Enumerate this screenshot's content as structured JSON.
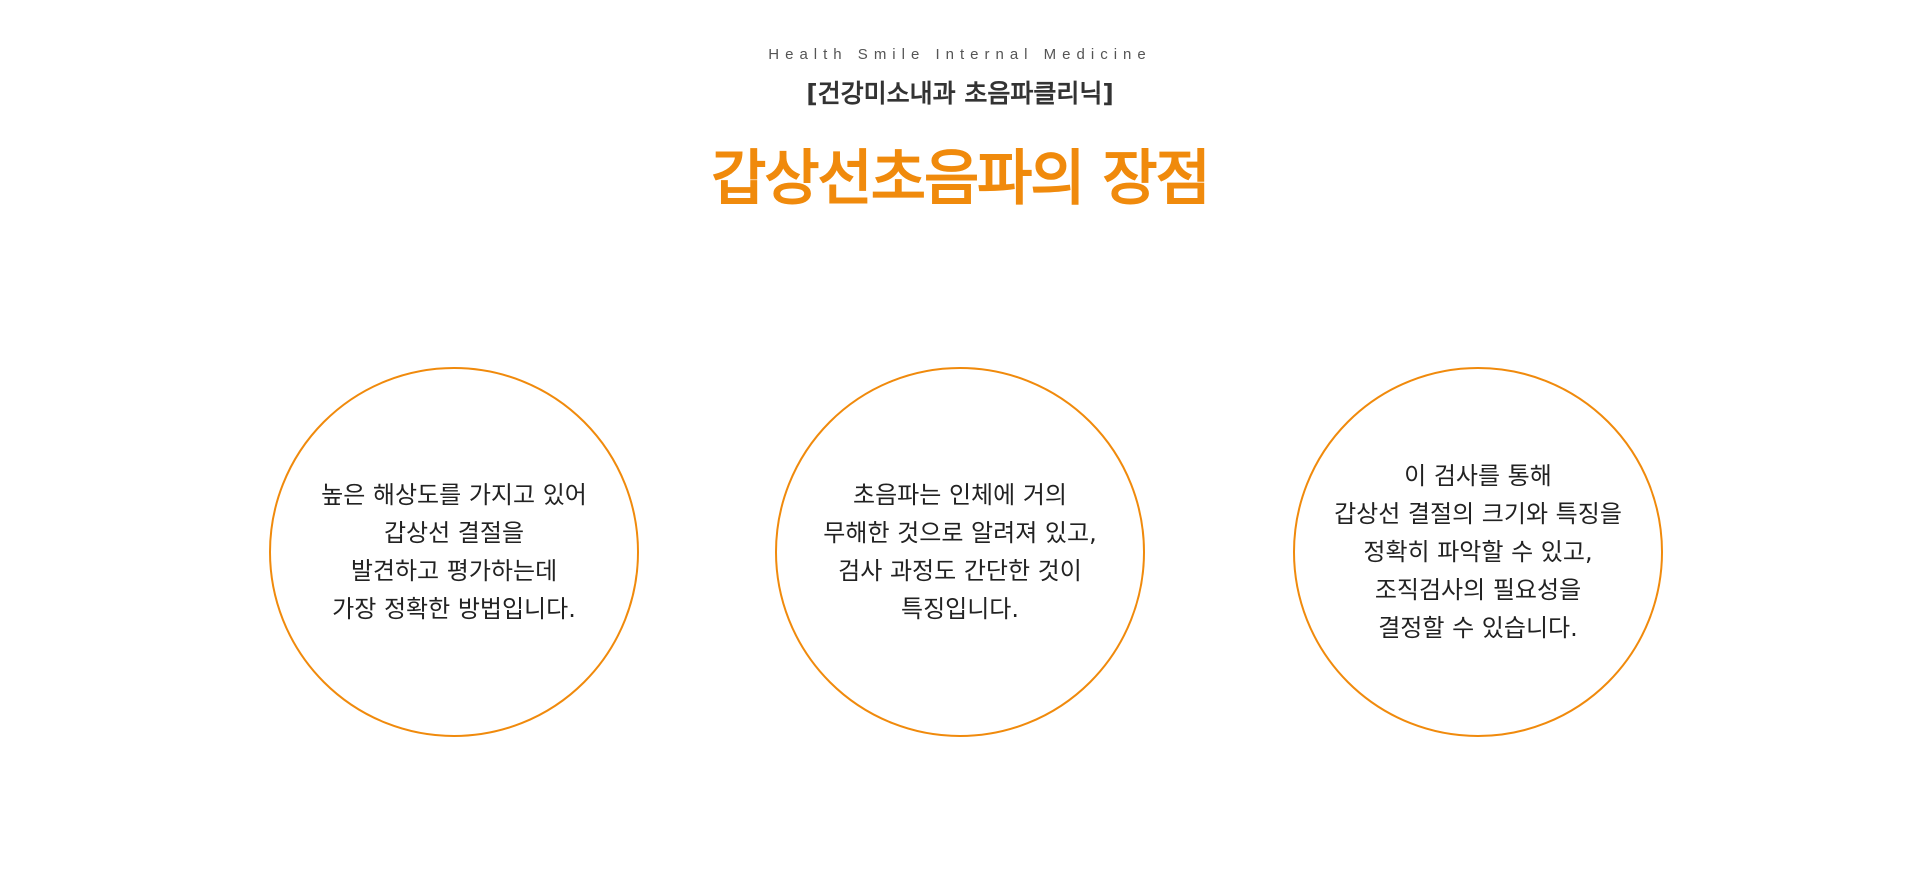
{
  "header": {
    "eyebrow": "Health Smile Internal Medicine",
    "clinic_name": "[건강미소내과 초음파클리닉]",
    "title": "갑상선초음파의 장점"
  },
  "colors": {
    "accent": "#f08a0c",
    "text": "#222222",
    "subtext": "#555555"
  },
  "features": [
    {
      "lines": [
        "높은 해상도를 가지고 있어",
        "갑상선 결절을",
        "발견하고 평가하는데",
        "가장 정확한 방법입니다."
      ]
    },
    {
      "lines": [
        "초음파는 인체에 거의",
        "무해한 것으로 알려져 있고,",
        "검사 과정도 간단한 것이",
        "특징입니다."
      ]
    },
    {
      "lines": [
        "이 검사를 통해",
        "갑상선 결절의 크기와 특징을",
        "정확히 파악할 수 있고,",
        "조직검사의 필요성을",
        "결정할 수 있습니다."
      ]
    }
  ]
}
